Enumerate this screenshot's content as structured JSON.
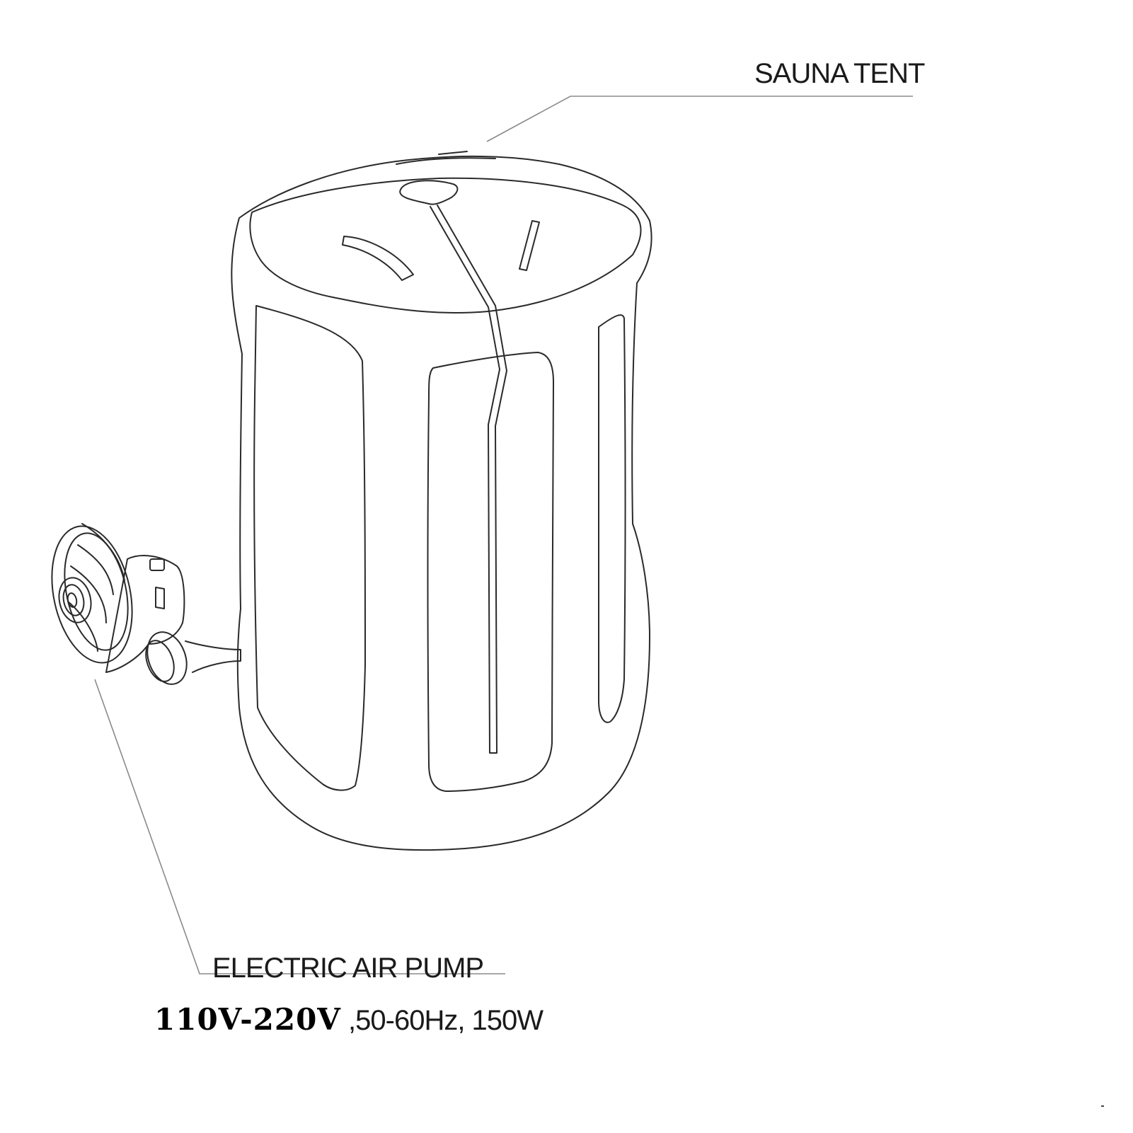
{
  "labels": {
    "sauna_tent": "SAUNA TENT",
    "electric_air_pump": "ELECTRIC AIR PUMP"
  },
  "spec": {
    "voltage": "110V-220V",
    "details": " ,50-60Hz, 150W"
  },
  "colors": {
    "line": "#2a2a2a",
    "leader": "#8a8a8a",
    "background": "#ffffff"
  }
}
